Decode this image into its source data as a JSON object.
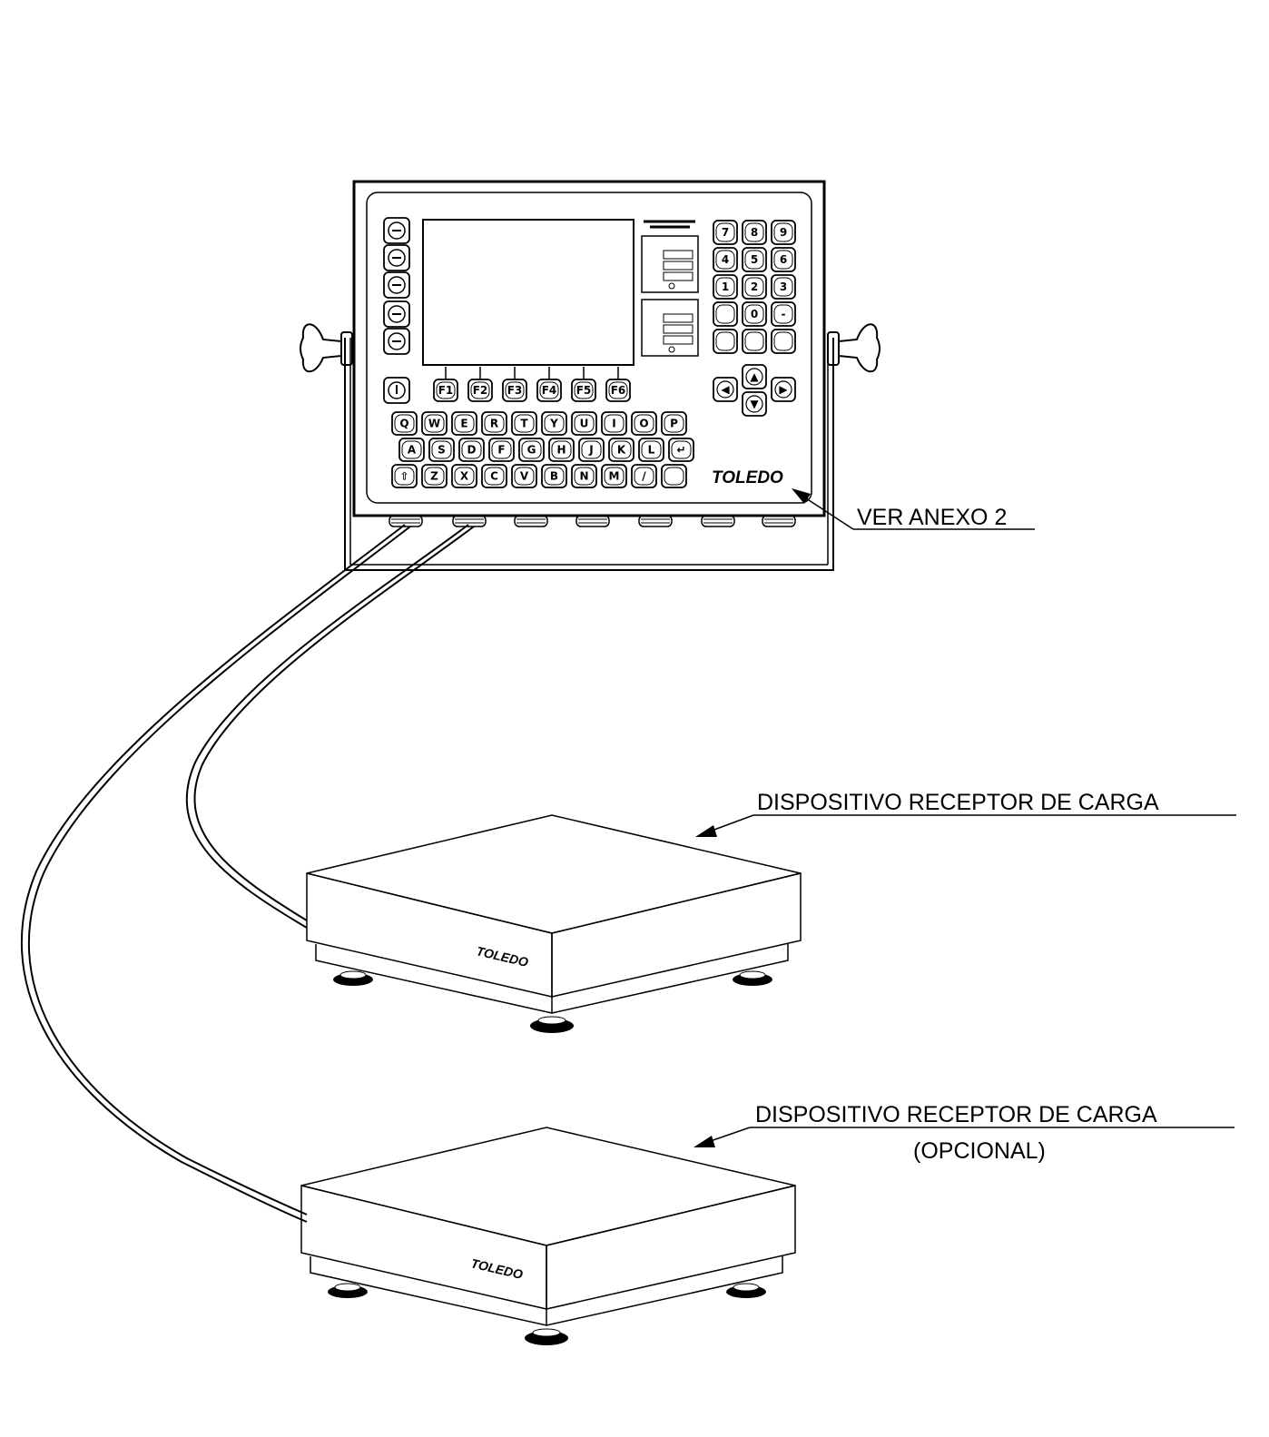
{
  "callouts": {
    "annex": "VER ANEXO 2",
    "scale1": "DISPOSITIVO RECEPTOR DE CARGA",
    "scale2": "DISPOSITIVO RECEPTOR DE CARGA",
    "scale2_sub": "(OPCIONAL)"
  },
  "brand": "TOLEDO",
  "keypad": {
    "numeric_rows": [
      [
        "7",
        "8",
        "9"
      ],
      [
        "4",
        "5",
        "6"
      ],
      [
        "1",
        "2",
        "3"
      ],
      [
        "",
        "0",
        "-"
      ],
      [
        "",
        "",
        ""
      ]
    ],
    "qwerty_rows": [
      [
        "Q",
        "W",
        "E",
        "R",
        "T",
        "Y",
        "U",
        "I",
        "O",
        "P"
      ],
      [
        "A",
        "S",
        "D",
        "F",
        "G",
        "H",
        "J",
        "K",
        "L",
        "↵"
      ],
      [
        "⇧",
        "Z",
        "X",
        "C",
        "V",
        "B",
        "N",
        "M",
        "/",
        ""
      ]
    ],
    "function_keys": [
      "F1",
      "F2",
      "F3",
      "F4",
      "F5",
      "F6"
    ]
  }
}
